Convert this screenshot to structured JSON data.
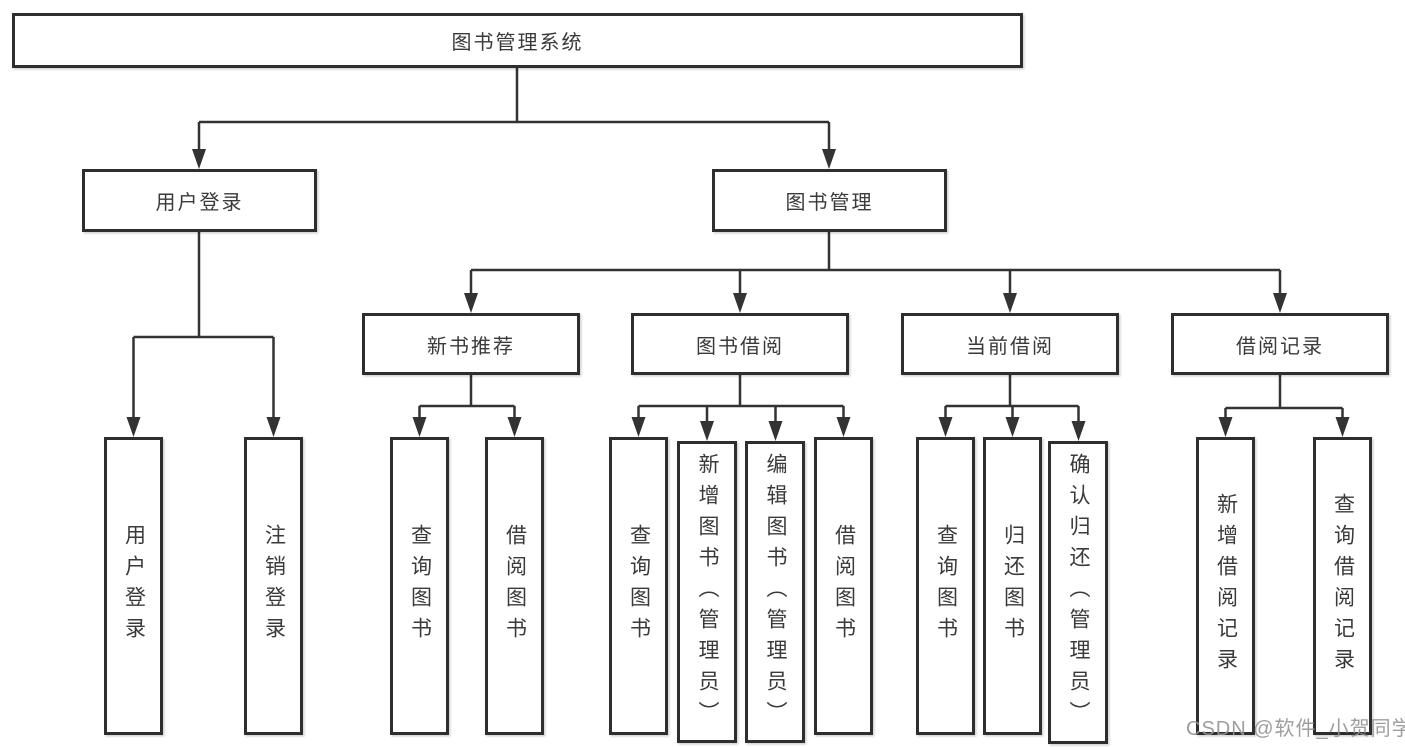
{
  "tree": {
    "root": {
      "label": "图书管理系统"
    },
    "branches": [
      {
        "label": "用户登录",
        "children": [
          {
            "label": "用户登录"
          },
          {
            "label": "注销登录"
          }
        ]
      },
      {
        "label": "图书管理",
        "sections": [
          {
            "label": "新书推荐",
            "children": [
              {
                "label": "查询图书"
              },
              {
                "label": "借阅图书"
              }
            ]
          },
          {
            "label": "图书借阅",
            "children": [
              {
                "label": "查询图书"
              },
              {
                "label": "新增图书（管理员）"
              },
              {
                "label": "编辑图书（管理员）"
              },
              {
                "label": "借阅图书"
              }
            ]
          },
          {
            "label": "当前借阅",
            "children": [
              {
                "label": "查询图书"
              },
              {
                "label": "归还图书"
              },
              {
                "label": "确认归还（管理员）"
              }
            ]
          },
          {
            "label": "借阅记录",
            "children": [
              {
                "label": "新增借阅记录"
              },
              {
                "label": "查询借阅记录"
              }
            ]
          }
        ]
      }
    ]
  },
  "watermark": "CSDN @软件_小贺同学",
  "colors": {
    "line": "#333333",
    "box_border": "#2e2e2e",
    "text": "#3a3a3a",
    "watermark": "#949494",
    "background": "#ffffff"
  }
}
